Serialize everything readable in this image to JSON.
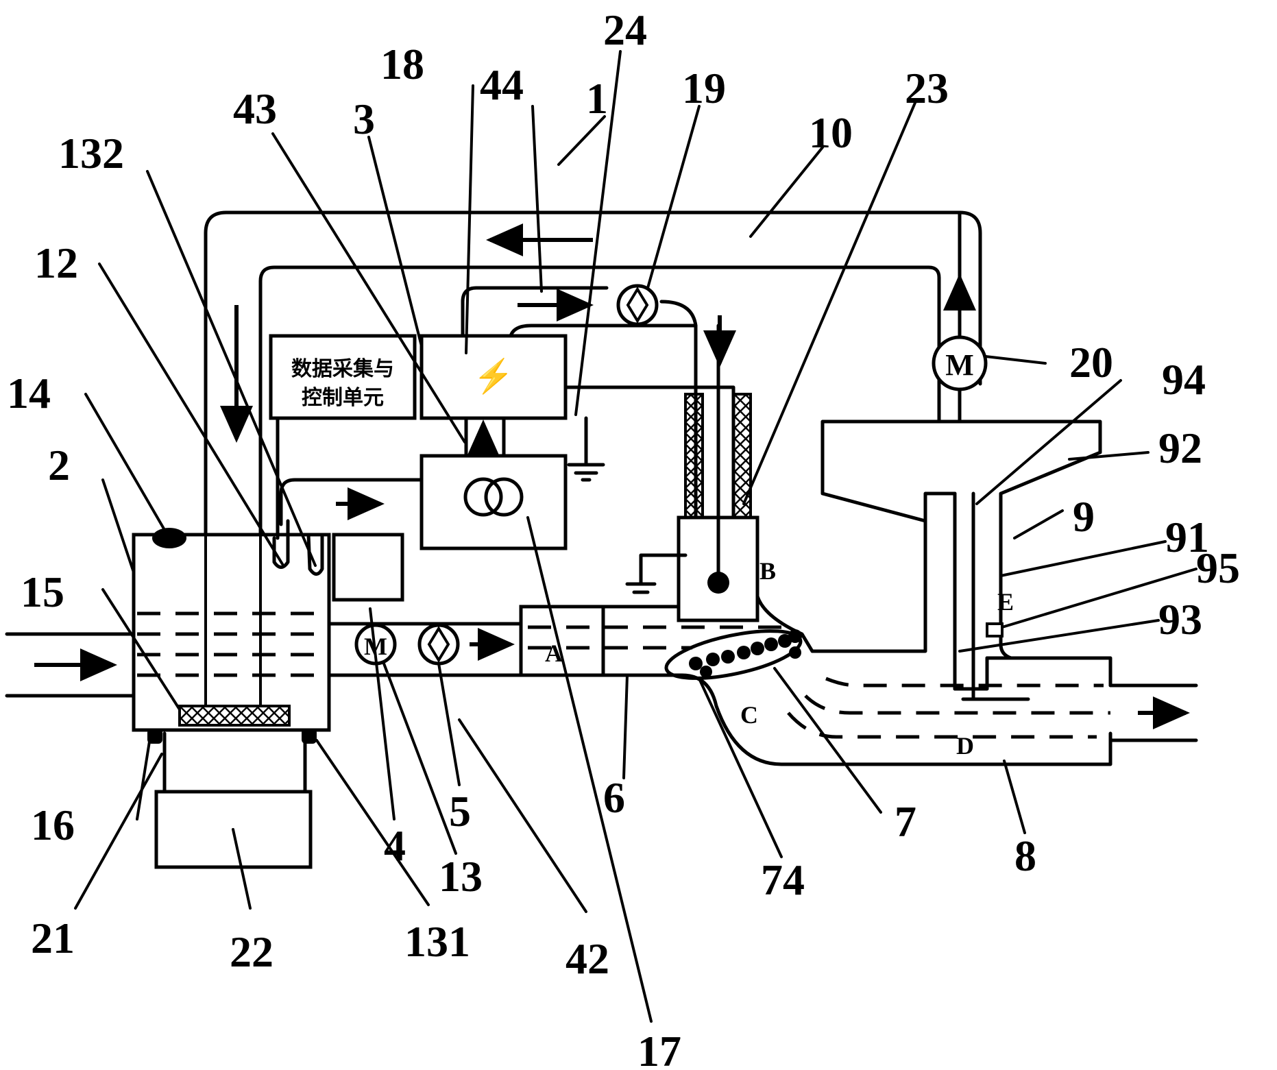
{
  "callouts": [
    "24",
    "18",
    "44",
    "1",
    "19",
    "23",
    "43",
    "3",
    "10",
    "132",
    "12",
    "20",
    "94",
    "14",
    "92",
    "2",
    "9",
    "91",
    "15",
    "95",
    "93",
    "16",
    "6",
    "7",
    "5",
    "4",
    "8",
    "74",
    "13",
    "21",
    "131",
    "22",
    "42",
    "17"
  ],
  "control_unit_label": [
    "数据采集与",
    "控制单元"
  ],
  "region_letters": [
    "A",
    "B",
    "C",
    "D",
    "E"
  ],
  "motor_symbol": "M",
  "icons": [
    "motor-icon",
    "flow-meter-icon",
    "high-voltage-icon",
    "transformer-icon",
    "ground-icon",
    "flow-arrow-icon"
  ]
}
